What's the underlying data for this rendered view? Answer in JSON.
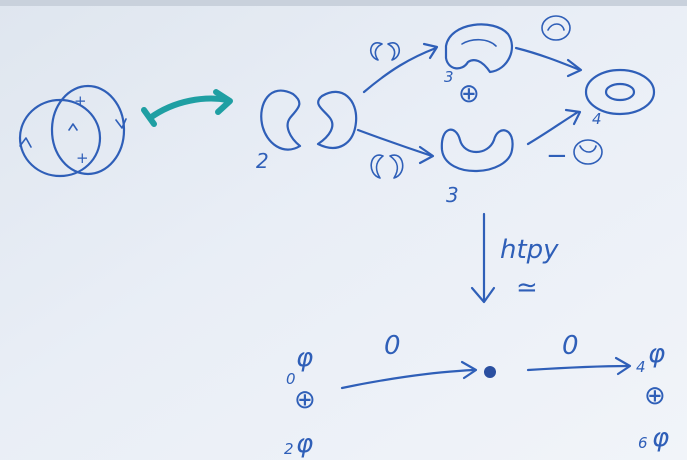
{
  "photo": {
    "background": "#e9eef6",
    "ink_color": "#2f5fb8",
    "marker_color": "#1f9fa3"
  },
  "labels": {
    "crossing_plus_top": "+",
    "crossing_plus_bottom": "+",
    "resolution_degree_left": "2",
    "resolution_degree_upper": "3",
    "resolution_degree_lower": "3",
    "resolution_degree_right": "4",
    "oplus_upper": "⊕",
    "minus_lower": "−",
    "htpy": "htpy",
    "htpy_simeq": "≃",
    "zero_left_arrow": "0",
    "zero_right_arrow": "0",
    "left_phi_top": "φ",
    "left_degree_top": "0",
    "left_oplus": "⊕",
    "left_phi_bottom": "φ",
    "left_degree_bottom": "2",
    "right_phi_top": "φ",
    "right_degree_top": "4",
    "right_oplus": "⊕",
    "right_phi_bottom": "φ",
    "right_degree_bottom": "6"
  }
}
